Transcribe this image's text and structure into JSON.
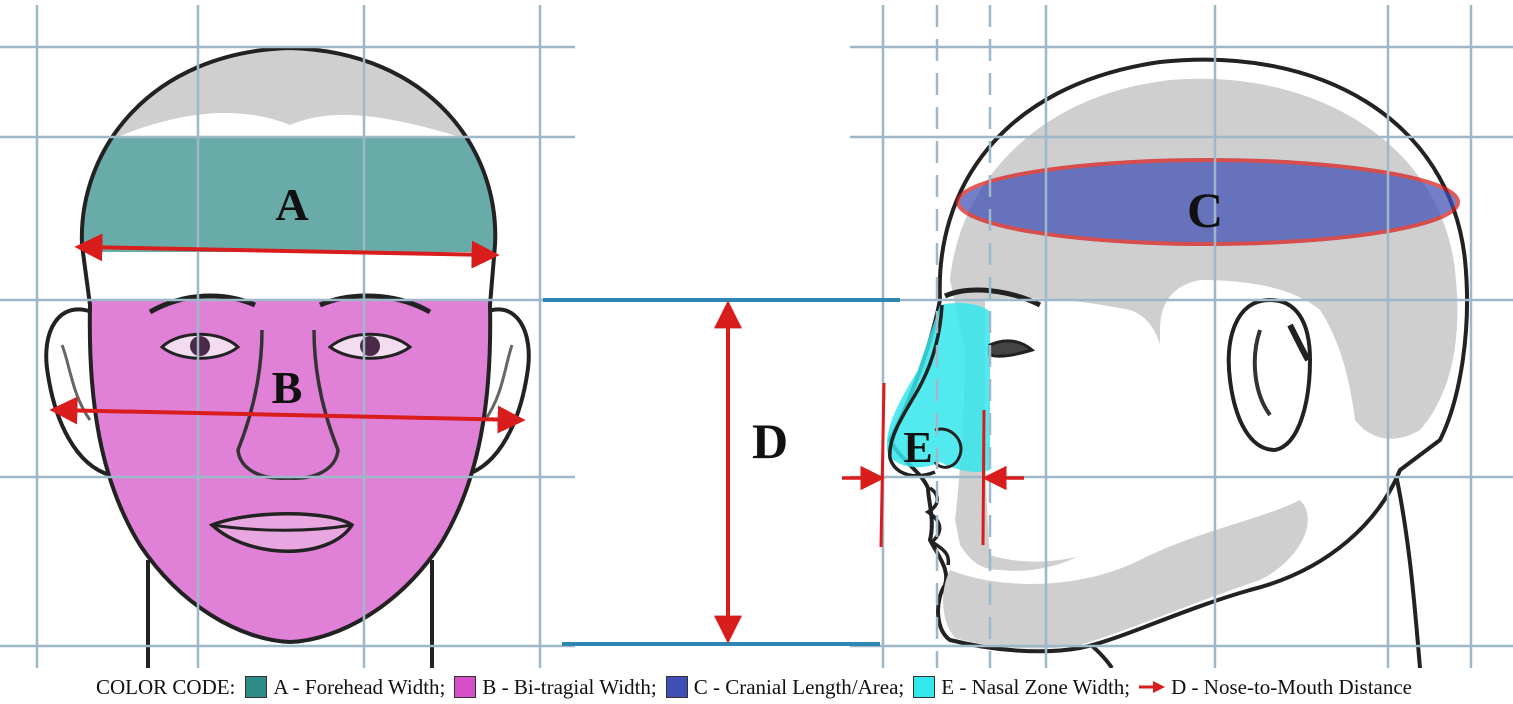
{
  "labels": {
    "a": "A",
    "b": "B",
    "c": "C",
    "d": "D",
    "e": "E"
  },
  "colors": {
    "forehead": "#2e8b86",
    "bitragial": "#d64fc8",
    "cranial": "#3f4fb5",
    "nasal": "#35e6ec",
    "arrow": "#d91c1c",
    "grid": "#9db8c9",
    "level_line": "#2f86b3"
  },
  "legend": {
    "prefix": "COLOR CODE:",
    "items": [
      {
        "swatch": "#2e8b86",
        "text": "A - Forehead Width;"
      },
      {
        "swatch": "#d64fc8",
        "text": "B - Bi-tragial Width;"
      },
      {
        "swatch": "#3f4fb5",
        "text": "C - Cranial Length/Area;"
      },
      {
        "swatch": "#35e6ec",
        "text": "E - Nasal Zone Width;"
      }
    ],
    "arrow_item": {
      "icon": "red-arrow-icon",
      "text": "D - Nose-to-Mouth Distance"
    }
  }
}
